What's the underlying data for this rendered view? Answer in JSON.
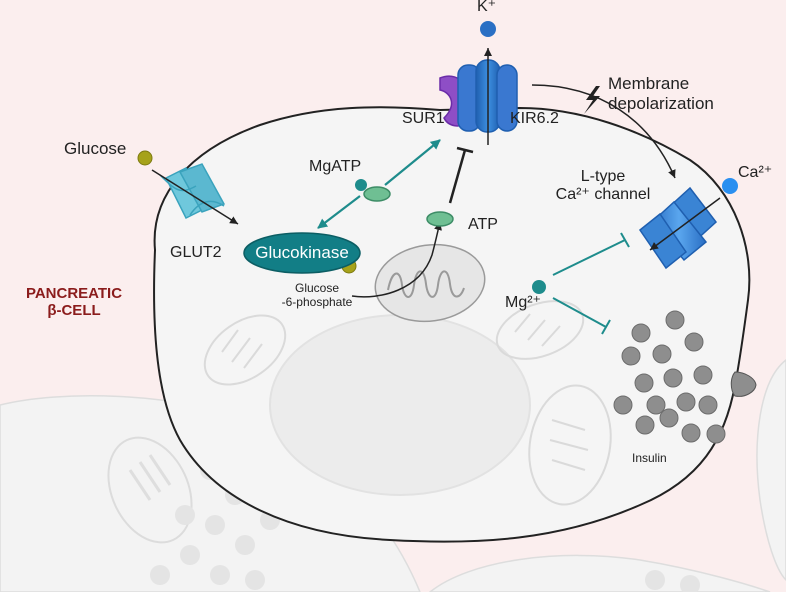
{
  "labels": {
    "k_ion": "K⁺",
    "sur1": "SUR1",
    "kir": "KIR6.2",
    "membrane_depolarization": "Membrane\ndepolarization",
    "glucose": "Glucose",
    "mgatp": "MgATP",
    "ltype_channel": "L-type\nCa²⁺ channel",
    "ca_ion": "Ca²⁺",
    "glut2": "GLUT2",
    "glucokinase": "Glucokinase",
    "atp": "ATP",
    "glucose6p": "Glucose\n-6-phosphate",
    "cell_type": "PANCREATIC\nβ-CELL",
    "mg_ion": "Mg²⁺",
    "insulin": "Insulin"
  },
  "colors": {
    "background": "#fbeeee",
    "cell_fill": "#f5f5f5",
    "teal": "#1e8c8c",
    "glucose_dot": "#a6a21a",
    "channel_blue": "#2f7fd0",
    "sur1_purple": "#8e4ec6",
    "glut2_blue": "#5fc0d6",
    "atp_green": "#6fbf93",
    "title_red": "#8b1c1c",
    "granule_gray": "#8a8a8a"
  }
}
